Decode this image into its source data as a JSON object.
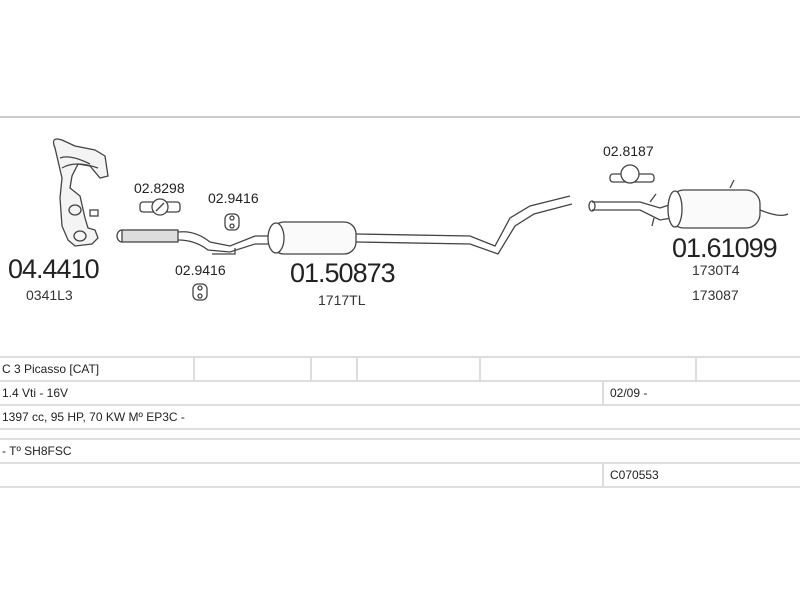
{
  "parts": {
    "catalyst": {
      "code": "04.4410",
      "ref": "0341L3"
    },
    "clamp": {
      "code": "02.8298"
    },
    "rubber_upper": {
      "code": "02.9416"
    },
    "rubber_lower": {
      "code": "02.9416"
    },
    "middle_silencer": {
      "code": "01.50873",
      "ref": "1717TL"
    },
    "rear_clamp": {
      "code": "02.8187"
    },
    "rear_silencer": {
      "code": "01.61099",
      "ref1": "1730T4",
      "ref2": "173087"
    }
  },
  "table": {
    "model": "C 3 Picasso  [CAT]",
    "engine": "1.4 Vti - 16V",
    "date": "02/09 -",
    "specs": "1397 cc, 95 HP, 70 KW  Mº EP3C -",
    "type": "- Tº SH8FSC",
    "code": "C070553"
  }
}
